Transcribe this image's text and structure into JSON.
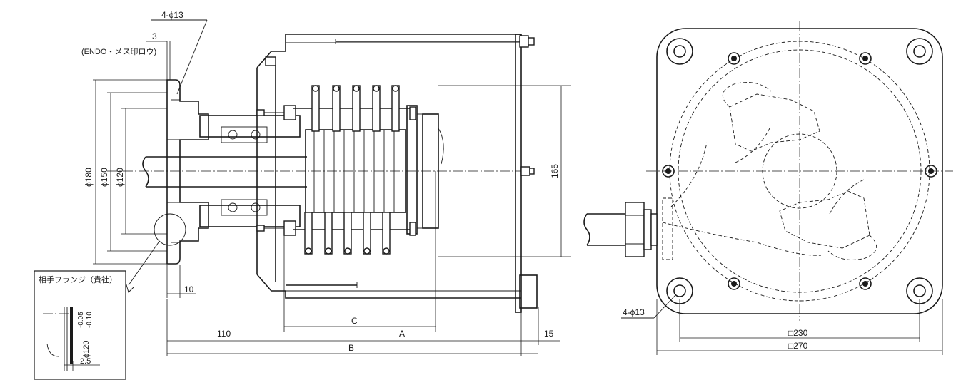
{
  "side_view": {
    "hole_spec_top": "4-ϕ13",
    "dim_3": "3",
    "seal_note": "(ENDO・メス印ロウ)",
    "dia_180": "ϕ180",
    "dia_150": "ϕ150",
    "dia_120": "ϕ120",
    "dim_10": "10",
    "dim_165": "165",
    "dim_C": "C",
    "dim_A": "A",
    "dim_110": "110",
    "dim_15": "15",
    "dim_B": "B"
  },
  "detail": {
    "title": "相手フランジ（貴社）",
    "tolerance_dia": "ϕ120",
    "tolerance_upper": "-0.05",
    "tolerance_lower": "-0.10",
    "dim_2_5": "2.5"
  },
  "front_view": {
    "hole_spec": "4-ϕ13",
    "square_230": "□230",
    "square_270": "□270"
  }
}
